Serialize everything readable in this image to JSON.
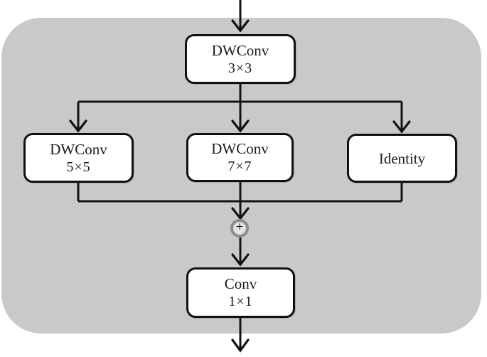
{
  "figure": {
    "kind": "network-block-diagram",
    "nodes": {
      "dwconv3x3": {
        "title": "DWConv",
        "kernel": "3×3"
      },
      "dwconv5x5": {
        "title": "DWConv",
        "kernel": "5×5"
      },
      "dwconv7x7": {
        "title": "DWConv",
        "kernel": "7×7"
      },
      "identity": {
        "title": "Identity"
      },
      "conv1x1": {
        "title": "Conv",
        "kernel": "1×1"
      }
    },
    "operators": {
      "sum": "+"
    },
    "colors": {
      "panel_gray": "#c9c9c9",
      "box_fill": "#ffffff",
      "box_border": "#111111",
      "wire_black": "#121212",
      "sum_ring_gray": "#8c8c8c",
      "sum_fill": "#e2e2e2"
    }
  }
}
